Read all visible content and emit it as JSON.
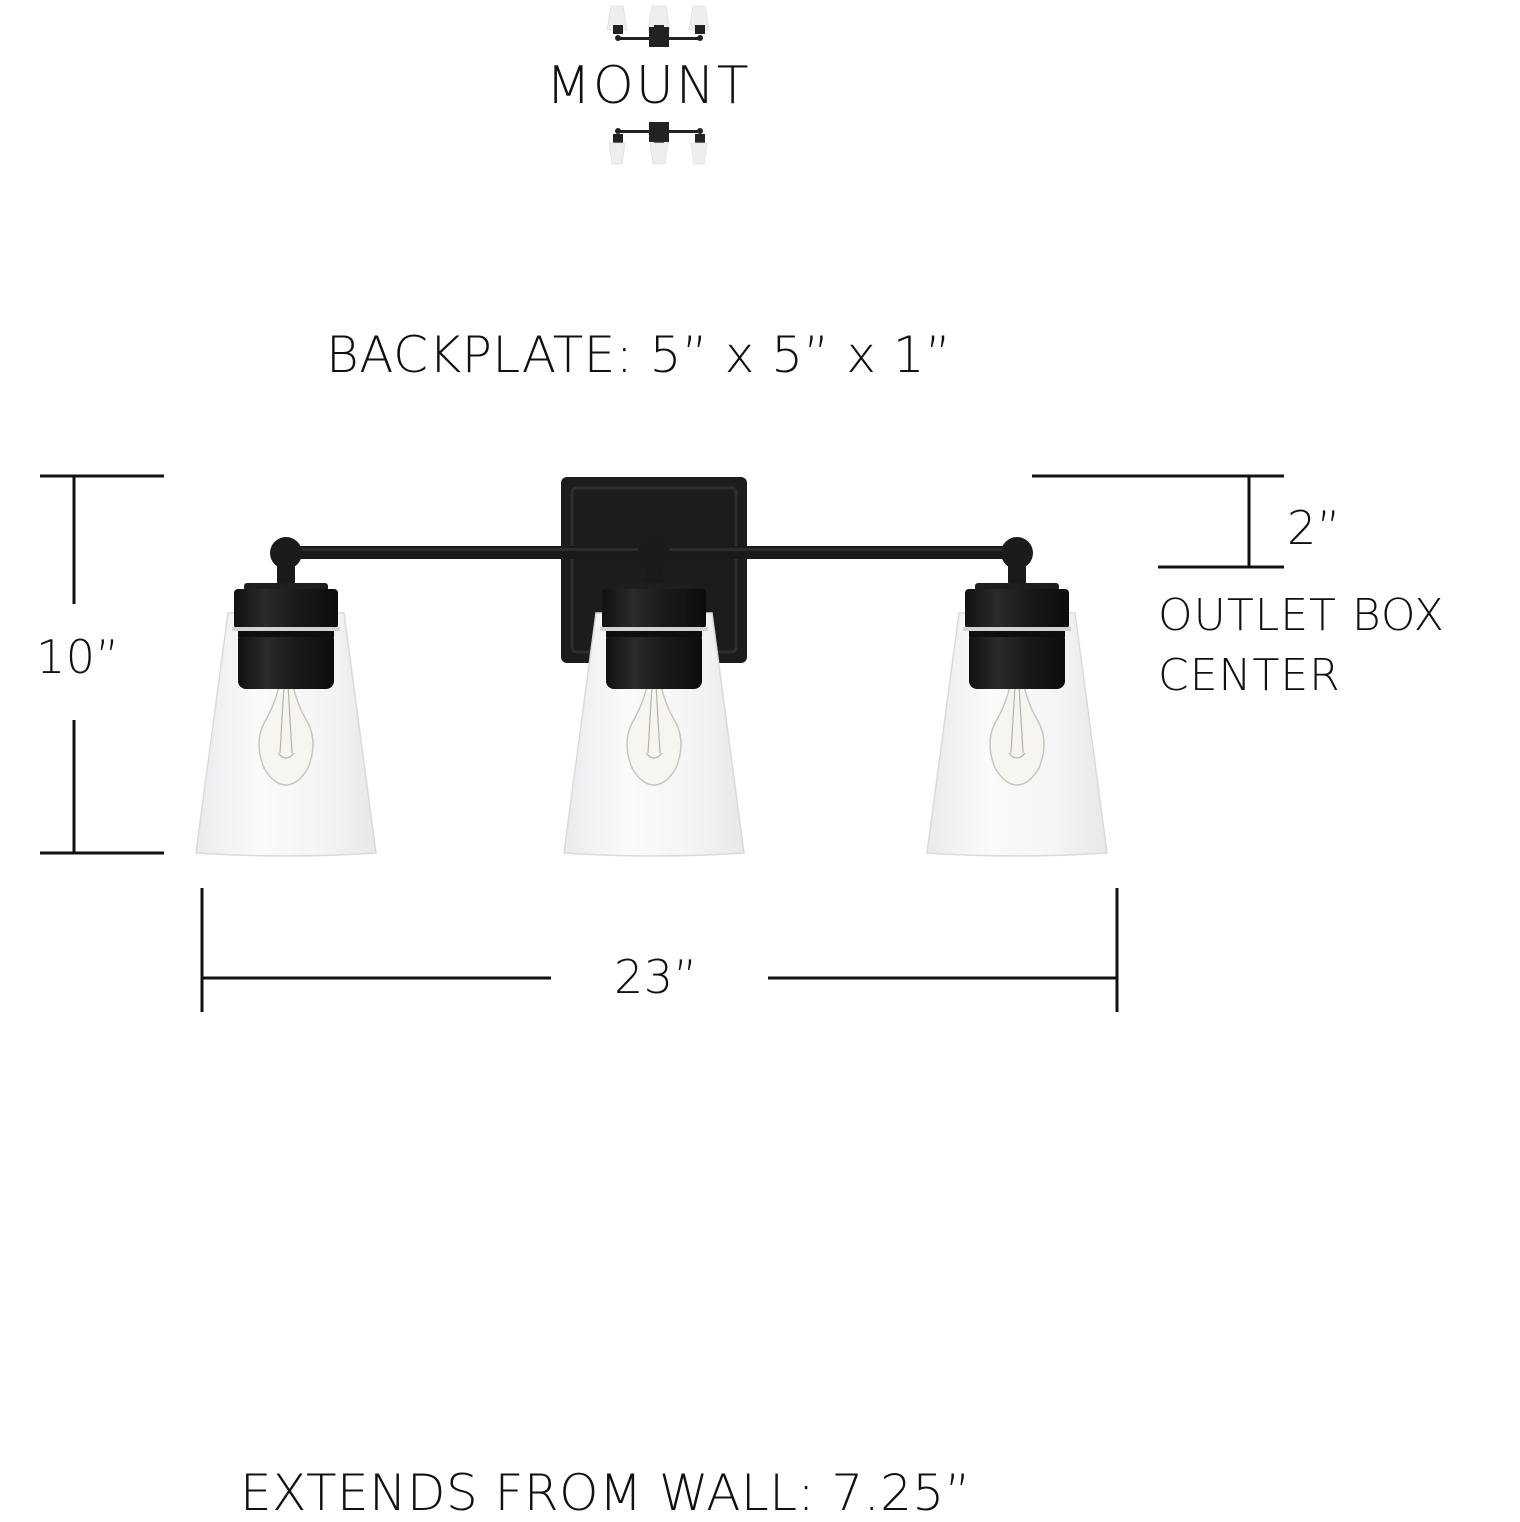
{
  "header": {
    "mount_label": "MOUNT",
    "icon_top": "fixture-up-mount-icon",
    "icon_bottom": "fixture-down-mount-icon"
  },
  "specs": {
    "backplate": "BACKPLATE: 5” x 5” x 1”",
    "height": "10”",
    "width": "23”",
    "outlet_offset": "2”",
    "outlet_label_line1": "OUTLET BOX",
    "outlet_label_line2": "CENTER",
    "extends": "EXTENDS FROM WALL: 7.25”"
  },
  "fixture": {
    "name": "three-light-vanity-fixture",
    "lights": 3,
    "finish_color": "#1c1c1c",
    "glass_color": "#f3f4f5",
    "line_color": "#111111"
  }
}
